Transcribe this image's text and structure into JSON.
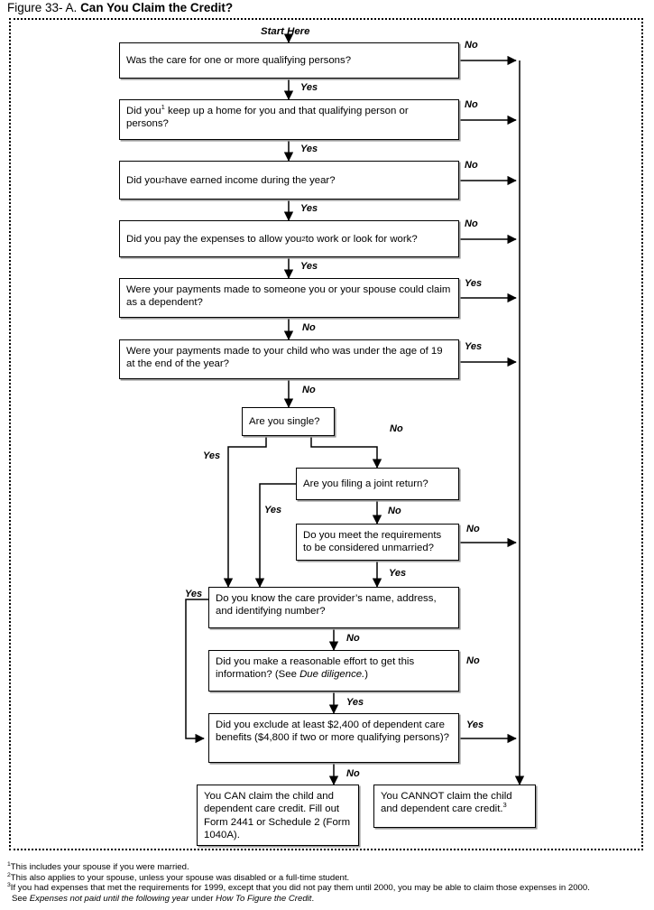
{
  "title": {
    "figure_number": "Figure 33- A.",
    "figure_name": "Can You Claim the Credit?"
  },
  "start_label": "Start Here",
  "nodes": {
    "q1": "Was the care for one or more qualifying persons?",
    "q2_a": "Did you",
    "q2_sup": "1",
    "q2_b": " keep up a home for you and that qualifying person or persons?",
    "q3_a": "Did you",
    "q3_sup": "2",
    "q3_b": " have earned income during the year?",
    "q4_a": "Did you pay the expenses to allow you",
    "q4_sup": "2",
    "q4_b": " to work or look for work?",
    "q5": "Were your payments made to someone you or your spouse could claim as a dependent?",
    "q6": "Were your payments made to your child who was under the age of 19 at the end of the year?",
    "q7": "Are you single?",
    "q8": "Are you filing a joint return?",
    "q9": "Do you meet the requirements to be considered unmarried?",
    "q10": "Do you know the care provider’s name, address, and identifying number?",
    "q11_a": "Did you make a reasonable effort to get this information? (See ",
    "q11_it": "Due diligence.",
    "q11_b": ")",
    "q12": "Did you exclude at least $2,400 of dependent care benefits ($4,800 if two or more qualifying persons)?",
    "result_can": "You CAN claim the child and dependent care credit. Fill out Form 2441 or Schedule 2 (Form 1040A).",
    "result_cannot_a": "You CANNOT claim the child and dependent care credit.",
    "result_cannot_sup": "3"
  },
  "edges": [
    {
      "id": "e1-no",
      "label": "No"
    },
    {
      "id": "e1-yes",
      "label": "Yes"
    },
    {
      "id": "e2-no",
      "label": "No"
    },
    {
      "id": "e2-yes",
      "label": "Yes"
    },
    {
      "id": "e3-no",
      "label": "No"
    },
    {
      "id": "e3-yes",
      "label": "Yes"
    },
    {
      "id": "e4-no",
      "label": "No"
    },
    {
      "id": "e4-yes",
      "label": "Yes"
    },
    {
      "id": "e5-yes",
      "label": "Yes"
    },
    {
      "id": "e5-no",
      "label": "No"
    },
    {
      "id": "e6-yes",
      "label": "Yes"
    },
    {
      "id": "e6-no",
      "label": "No"
    },
    {
      "id": "e7-yes",
      "label": "Yes"
    },
    {
      "id": "e7-no",
      "label": "No"
    },
    {
      "id": "e8-yes",
      "label": "Yes"
    },
    {
      "id": "e8-no",
      "label": "No"
    },
    {
      "id": "e9-no",
      "label": "No"
    },
    {
      "id": "e9-yes",
      "label": "Yes"
    },
    {
      "id": "e10-yes",
      "label": "Yes"
    },
    {
      "id": "e10-no",
      "label": "No"
    },
    {
      "id": "e11-no",
      "label": "No"
    },
    {
      "id": "e11-yes",
      "label": "Yes"
    },
    {
      "id": "e12-yes",
      "label": "Yes"
    },
    {
      "id": "e12-no",
      "label": "No"
    }
  ],
  "footnotes": {
    "n1_sup": "1",
    "n1": "This includes your spouse if you were married.",
    "n2_sup": "2",
    "n2": "This also applies to your spouse, unless your spouse was disabled or a full-time student.",
    "n3_sup": "3",
    "n3": "If you had expenses that met the requirements for 1999, except that you did not pay them until 2000, you may be able to claim those expenses in 2000.",
    "n3_line2_a": "See ",
    "n3_line2_it1": "Expenses not paid until the following year",
    "n3_line2_b": " under ",
    "n3_line2_it2": "How To Figure the Credit",
    "n3_line2_c": "."
  },
  "colors": {
    "ink": "#000000",
    "shadow": "#9a9a9a",
    "paper": "#ffffff"
  }
}
